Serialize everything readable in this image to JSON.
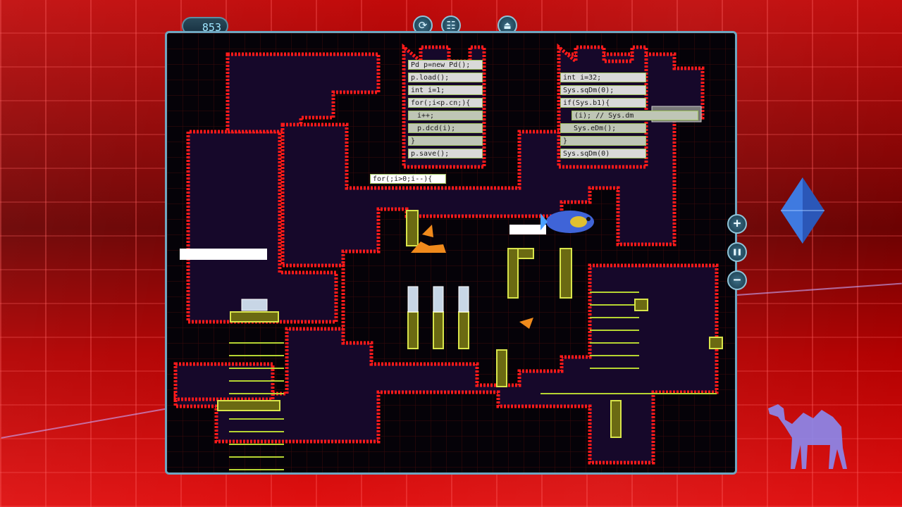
{
  "hud": {
    "score": "853",
    "restart_glyph": "⟳",
    "menu_glyph": "☷",
    "exit_glyph": "⏏",
    "zoom_in_glyph": "+",
    "pause_glyph": "❚❚",
    "zoom_out_glyph": "−"
  },
  "code_blocks": {
    "left": [
      "Pd p=new Pd();",
      "p.load();",
      "int i=1;",
      "for(;i<p.cn;){",
      "i++;",
      "p.dcd(i);",
      "}",
      "p.save();"
    ],
    "right": [
      "int i=32;",
      "Sys.sqDm(0);",
      "if(Sys.b1){",
      "(i);  //   Sys.dm",
      "Sys.eDm();",
      "}",
      "Sys.sqDm(0)"
    ],
    "loose": "for(;i>0;i--){"
  },
  "colors": {
    "wall": "#ff1a1a",
    "floor": "#050208",
    "platform": "#b6d432",
    "accent": "#6ea6c0"
  },
  "icons": [
    "restart-icon",
    "menu-icon",
    "exit-icon",
    "zoom-in-icon",
    "pause-icon",
    "zoom-out-icon",
    "crystal-icon",
    "camel-icon",
    "fish-sprite",
    "cat-sprite"
  ]
}
